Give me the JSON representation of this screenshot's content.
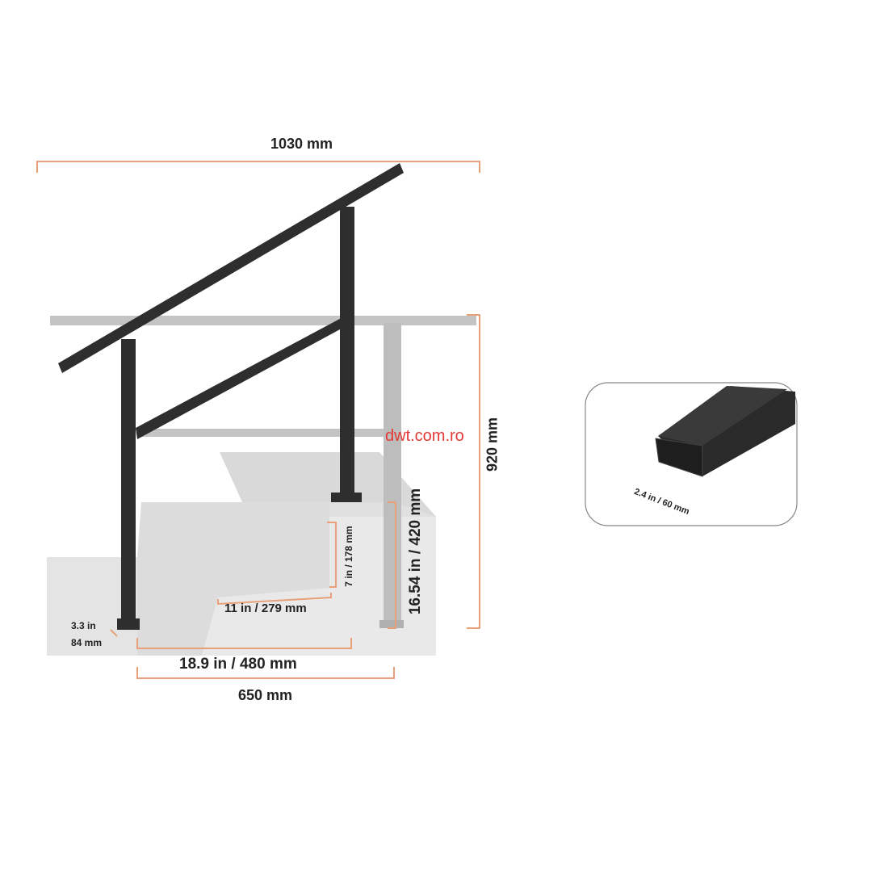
{
  "dimensions": {
    "total_width": "1030 mm",
    "total_height": "920 mm",
    "post_height": "16.54 in / 420 mm",
    "step_rise": "7 in / 178 mm",
    "step_tread": "11 in / 279 mm",
    "post_spacing": "18.9 in / 480 mm",
    "base_depth": "650 mm",
    "base_plate_in": "3.3 in",
    "base_plate_mm": "84 mm",
    "rail_width": "2.4 in / 60 mm"
  },
  "watermark": "dwt.com.ro",
  "colors": {
    "dimension_line": "#e8a07a",
    "rail": "#2b2b2b",
    "ghost_rail": "#bdbdbd",
    "stone": "#e6e6e6",
    "watermark": "#e53935"
  }
}
